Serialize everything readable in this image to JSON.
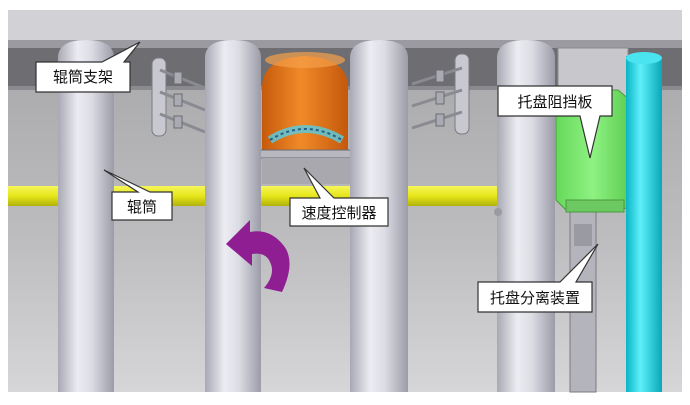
{
  "labels": {
    "roller_bracket": "辊筒支架",
    "roller": "辊筒",
    "speed_controller": "速度控制器",
    "tray_stop_plate": "托盘阻挡板",
    "tray_separator": "托盘分离装置"
  },
  "colors": {
    "background_wall": "#b4b4b4",
    "frame_rail": "#6e6e72",
    "roller": "#d8d8e0",
    "rail_yellow": "#eded1a",
    "speed_controller": "#e07818",
    "stop_plate": "#7eea70",
    "cyan_pipe": "#1ed6e4",
    "rotation_arrow": "#8e1e92",
    "callout_fill": "#ffffff",
    "callout_stroke": "#333333"
  }
}
